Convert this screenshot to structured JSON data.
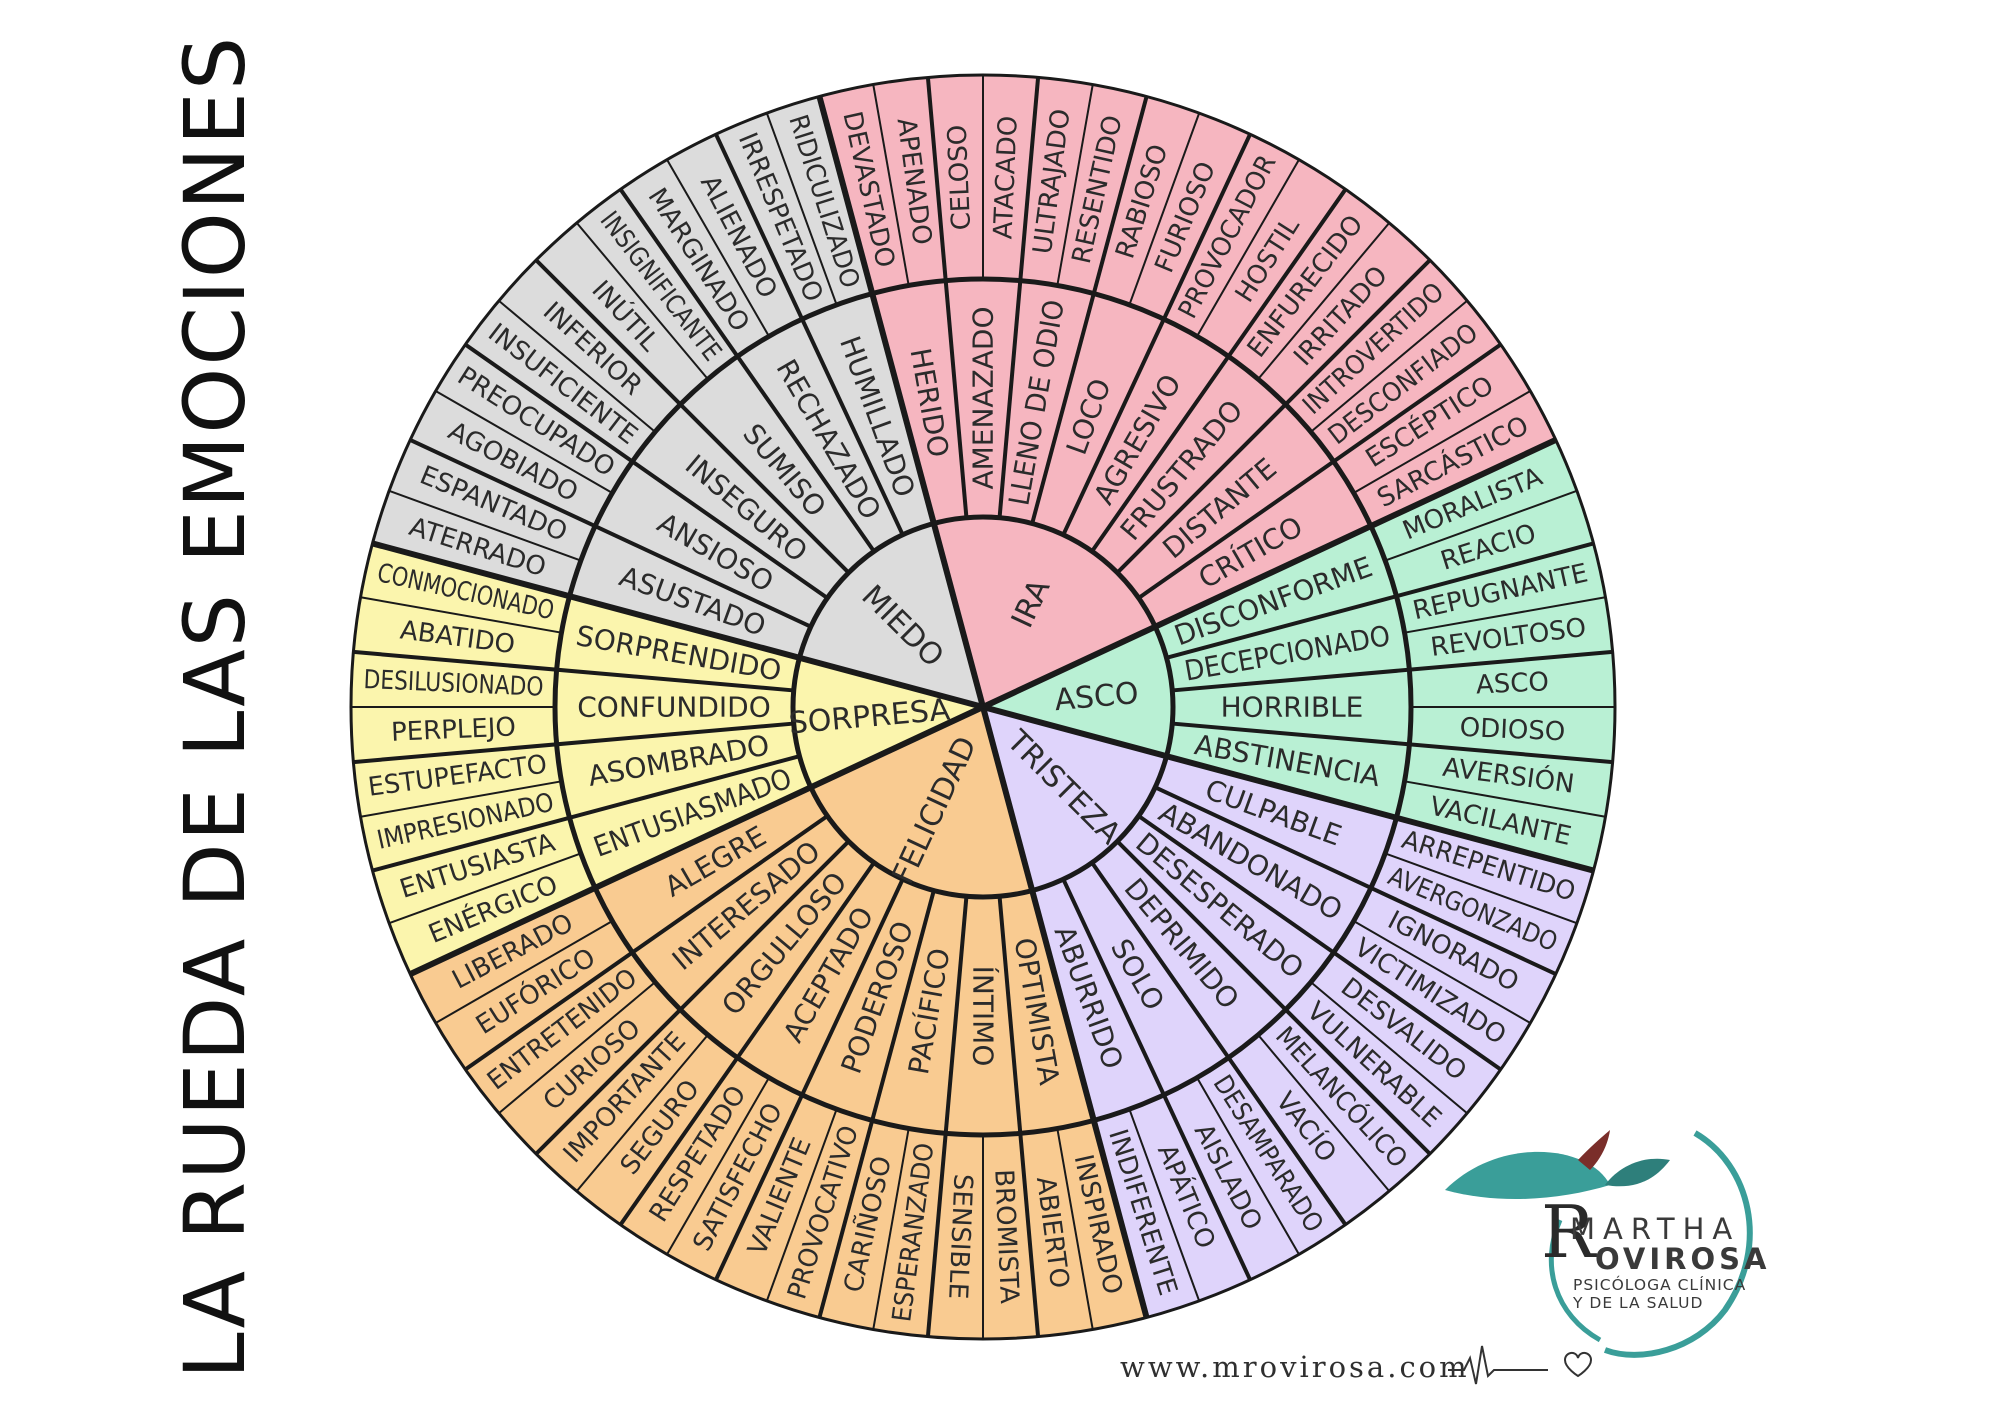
{
  "title": "LA RUEDA DE LAS EMOCIONES",
  "wheel": {
    "sectors": [
      {
        "name": "IRA",
        "color": "#f6b6c0",
        "middle": [
          {
            "label": "HERIDO",
            "outer": [
              "DEVASTADO",
              "APENADO"
            ]
          },
          {
            "label": "AMENAZADO",
            "outer": [
              "CELOSO",
              "ATACADO"
            ]
          },
          {
            "label": "LLENO DE ODIO",
            "outer": [
              "ULTRAJADO",
              "RESENTIDO"
            ]
          },
          {
            "label": "LOCO",
            "outer": [
              "RABIOSO",
              "FURIOSO"
            ]
          },
          {
            "label": "AGRESIVO",
            "outer": [
              "PROVOCADOR",
              "HOSTIL"
            ]
          },
          {
            "label": "FRUSTRADO",
            "outer": [
              "ENFURECIDO",
              "IRRITADO"
            ]
          },
          {
            "label": "DISTANTE",
            "outer": [
              "INTROVERTIDO",
              "DESCONFIADO"
            ]
          },
          {
            "label": "CRÍTICO",
            "outer": [
              "ESCÉPTICO",
              "SARCÁSTICO"
            ]
          }
        ]
      },
      {
        "name": "ASCO",
        "color": "#b9f0d4",
        "middle": [
          {
            "label": "DISCONFORME",
            "outer": [
              "MORALISTA",
              "REACIO"
            ]
          },
          {
            "label": "DECEPCIONADO",
            "outer": [
              "REPUGNANTE",
              "REVOLTOSO"
            ]
          },
          {
            "label": "HORRIBLE",
            "outer": [
              "ASCO",
              "ODIOSO"
            ]
          },
          {
            "label": "ABSTINENCIA",
            "outer": [
              "AVERSIÓN",
              "VACILANTE"
            ]
          }
        ]
      },
      {
        "name": "TRISTEZA",
        "color": "#dfd4fb",
        "middle": [
          {
            "label": "CULPABLE",
            "outer": [
              "ARREPENTIDO",
              "AVERGONZADO"
            ]
          },
          {
            "label": "ABANDONADO",
            "outer": [
              "IGNORADO",
              "VICTIMIZADO"
            ]
          },
          {
            "label": "DESESPERADO",
            "outer": [
              "DESVALIDO",
              "VULNERABLE"
            ]
          },
          {
            "label": "DEPRIMIDO",
            "outer": [
              "MELANCÓLICO",
              "VACÍO"
            ]
          },
          {
            "label": "SOLO",
            "outer": [
              "DESAMPARADO",
              "AISLADO"
            ]
          },
          {
            "label": "ABURRIDO",
            "outer": [
              "APÁTICO",
              "INDIFERENTE"
            ]
          }
        ]
      },
      {
        "name": "FELICIDAD",
        "color": "#f9cb91",
        "middle": [
          {
            "label": "OPTIMISTA",
            "outer": [
              "INSPIRADO",
              "ABIERTO"
            ]
          },
          {
            "label": "ÍNTIMO",
            "outer": [
              "BROMISTA",
              "SENSIBLE"
            ]
          },
          {
            "label": "PACÍFICO",
            "outer": [
              "ESPERANZADO",
              "CARIÑOSO"
            ]
          },
          {
            "label": "PODEROSO",
            "outer": [
              "PROVOCATIVO",
              "VALIENTE"
            ]
          },
          {
            "label": "ACEPTADO",
            "outer": [
              "SATISFECHO",
              "RESPETADO"
            ]
          },
          {
            "label": "ORGULLOSO",
            "outer": [
              "SEGURO",
              "IMPORTANTE"
            ]
          },
          {
            "label": "INTERESADO",
            "outer": [
              "CURIOSO",
              "ENTRETENIDO"
            ]
          },
          {
            "label": "ALEGRE",
            "outer": [
              "EUFÓRICO",
              "LIBERADO"
            ]
          }
        ]
      },
      {
        "name": "SORPRESA",
        "color": "#fbf5ad",
        "middle": [
          {
            "label": "ENTUSIASMADO",
            "outer": [
              "ENÉRGICO",
              "ENTUSIASTA"
            ]
          },
          {
            "label": "ASOMBRADO",
            "outer": [
              "IMPRESIONADO",
              "ESTUPEFACTO"
            ]
          },
          {
            "label": "CONFUNDIDO",
            "outer": [
              "PERPLEJO",
              "DESILUSIONADO"
            ]
          },
          {
            "label": "SORPRENDIDO",
            "outer": [
              "ABATIDO",
              "CONMOCIONADO"
            ]
          }
        ]
      },
      {
        "name": "MIEDO",
        "color": "#dcdcdc",
        "middle": [
          {
            "label": "ASUSTADO",
            "outer": [
              "ATERRADO",
              "ESPANTADO"
            ]
          },
          {
            "label": "ANSIOSO",
            "outer": [
              "AGOBIADO",
              "PREOCUPADO"
            ]
          },
          {
            "label": "INSEGURO",
            "outer": [
              "INSUFICIENTE",
              "INFERIOR"
            ]
          },
          {
            "label": "SUMISO",
            "outer": [
              "INÚTIL",
              "INSIGNIFICANTE"
            ]
          },
          {
            "label": "RECHAZADO",
            "outer": [
              "MARGINADO",
              "ALIENADO"
            ]
          },
          {
            "label": "HUMILLADO",
            "outer": [
              "IRRESPETADO",
              "RIDICULIZADO"
            ]
          }
        ]
      }
    ]
  },
  "brand": {
    "initial": "R",
    "name_line1": "MARTHA",
    "name_line2": "OVIROSA",
    "subtitle_line1": "PSICÓLOGA CLÍNICA",
    "subtitle_line2": "Y DE LA SALUD",
    "website": "www.mrovirosa.com",
    "colors": {
      "teal": "#3a9e99",
      "leaf_dark": "#7a2e2a"
    },
    "icons": [
      "leaf-icon",
      "heartbeat-icon",
      "heart-icon"
    ]
  }
}
